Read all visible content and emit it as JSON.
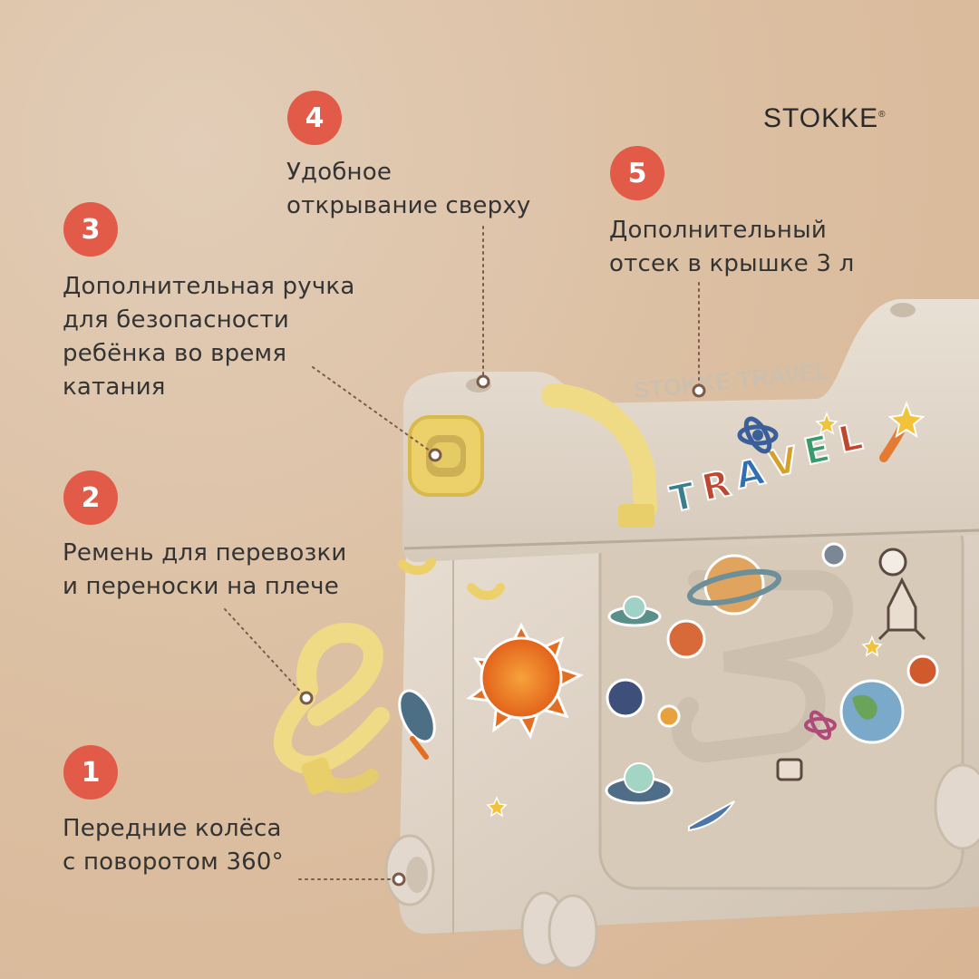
{
  "brand": {
    "name": "STOKKE",
    "mark": "®"
  },
  "features": [
    {
      "number": "1",
      "lines": [
        "Передние колёса",
        "с поворотом 360°"
      ]
    },
    {
      "number": "2",
      "lines": [
        "Ремень для перевозки",
        "и переноски на плече"
      ]
    },
    {
      "number": "3",
      "lines": [
        "Дополнительная ручка",
        "для безопасности",
        "ребёнка во время",
        "катания"
      ]
    },
    {
      "number": "4",
      "lines": [
        "Удобное",
        "открывание сверху"
      ]
    },
    {
      "number": "5",
      "lines": [
        "Дополнительный",
        "отсек в крышке 3 л"
      ]
    }
  ],
  "product": {
    "sticker_word": "TRAVEL",
    "sticker_letters": [
      "T",
      "R",
      "A",
      "V",
      "E",
      "L"
    ],
    "sticker_letter_colors": [
      "#3a7f8c",
      "#c0462f",
      "#2f6fb2",
      "#d4a12a",
      "#3a9a6a",
      "#c0462f"
    ],
    "embossed_text": "STOKKE TRAVEL",
    "body_color": "#ddd2c4",
    "handle_color": "#ecd16a",
    "strap_color": "#efdb85"
  },
  "colors": {
    "badge": "#e25a48",
    "text": "#343434",
    "leader": "#7d5b4a"
  }
}
